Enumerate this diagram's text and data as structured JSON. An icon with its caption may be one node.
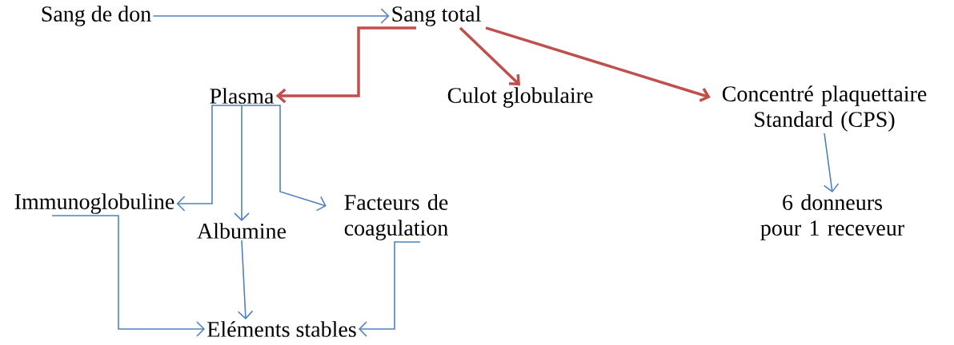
{
  "diagram": {
    "nodes": [
      {
        "text": [
          "Sang de don"
        ]
      },
      {
        "text": [
          "Sang total"
        ]
      },
      {
        "text": [
          "Plasma"
        ]
      },
      {
        "text": [
          "Culot globulaire"
        ]
      },
      {
        "text": [
          "Concentré plaquettaire Standard (CPS)"
        ]
      },
      {
        "text": [
          "Immunoglobuline"
        ]
      },
      {
        "text": [
          "Albumine"
        ]
      },
      {
        "text": [
          "Facteurs de coagulation"
        ]
      },
      {
        "text": [
          "6 donneurs pour 1 receveur"
        ]
      },
      {
        "text": [
          "Eléments stables"
        ]
      }
    ],
    "edges": [
      {
        "from": 0,
        "to": 1,
        "arrow": "to"
      },
      {
        "from": 1,
        "to": 2,
        "arrow": "to",
        "style": "thick",
        "color": "#c0504d"
      },
      {
        "from": 1,
        "to": 3,
        "arrow": "to",
        "style": "thick",
        "color": "#c0504d"
      },
      {
        "from": 1,
        "to": 4,
        "arrow": "to",
        "style": "thick",
        "color": "#c0504d"
      },
      {
        "from": 2,
        "to": 5,
        "arrow": "to"
      },
      {
        "from": 2,
        "to": 6,
        "arrow": "to"
      },
      {
        "from": 2,
        "to": 7,
        "arrow": "to"
      },
      {
        "from": 4,
        "to": 8,
        "arrow": "to"
      },
      {
        "from": 5,
        "to": 9,
        "arrow": "to"
      },
      {
        "from": 6,
        "to": 9,
        "arrow": "to"
      },
      {
        "from": 7,
        "to": 9,
        "arrow": "to"
      }
    ]
  }
}
